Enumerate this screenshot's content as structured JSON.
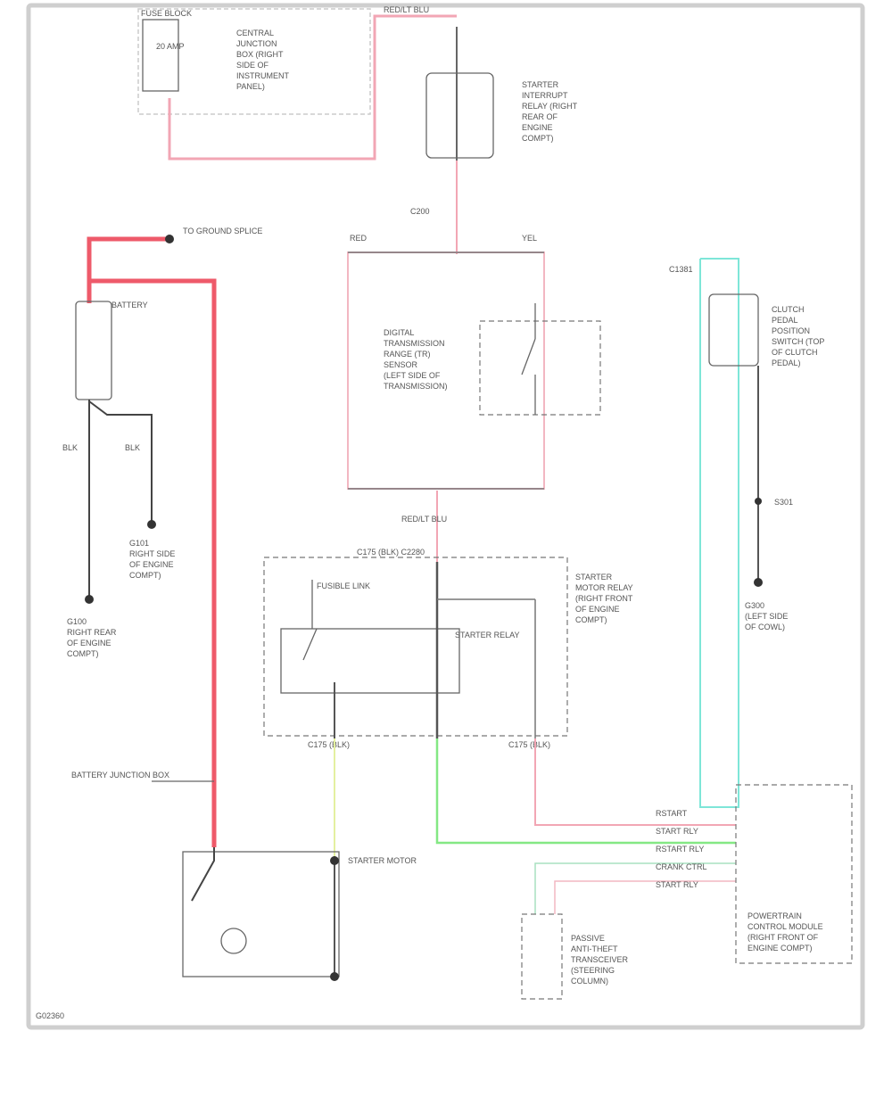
{
  "labels": {
    "fuse_top_left": "FUSE BLOCK",
    "fuse_text": "20 AMP",
    "fuse_desc": [
      "CENTRAL",
      "JUNCTION",
      "BOX (RIGHT",
      "SIDE OF",
      "INSTRUMENT",
      "PANEL)"
    ],
    "pink_top": "RED/LT BLU",
    "connector_center_top": "C200",
    "starter_interrupt_desc": [
      "STARTER",
      "INTERRUPT",
      "RELAY (RIGHT",
      "REAR OF",
      "ENGINE",
      "COMPT)"
    ],
    "to_ground_top": "TO GROUND SPLICE",
    "battery": "BATTERY",
    "battery_wire1": "BLK",
    "battery_wire2": "BLK",
    "ground_left": [
      "G100",
      "RIGHT REAR",
      "OF ENGINE",
      "COMPT)"
    ],
    "ground_right_batt": [
      "G101",
      "RIGHT SIDE",
      "OF ENGINE",
      "COMPT)"
    ],
    "module_left_top": "RED",
    "module_right_top": "YEL",
    "module_desc": [
      "DIGITAL",
      "TRANSMISSION",
      "RANGE (TR)",
      "SENSOR",
      "(LEFT SIDE OF",
      "TRANSMISSION)"
    ],
    "center_wire": "RED/LT BLU",
    "distrib_top": "C175 (BLK) C2280",
    "starter_relay_desc": [
      "STARTER",
      "MOTOR RELAY",
      "(RIGHT FRONT",
      "OF ENGINE",
      "COMPT)"
    ],
    "fusible_link": "FUSIBLE LINK",
    "starter_relay_inner": "STARTER RELAY",
    "bottom_c1": "C175 (BLK)",
    "bottom_c2": "C175 (BLK)",
    "right_top_conn": "C1381",
    "clutch_desc": [
      "CLUTCH",
      "PEDAL",
      "POSITION",
      "SWITCH (TOP",
      "OF CLUTCH",
      "PEDAL)"
    ],
    "right_splice": "S301",
    "ground_right": [
      "G300",
      "(LEFT SIDE",
      "OF COWL)"
    ],
    "battery_junction": "BATTERY JUNCTION BOX",
    "starter_motor": "STARTER MOTOR",
    "pcm_pins": [
      "RSTART",
      "START RLY",
      "RSTART RLY",
      "CRANK CTRL",
      "START RLY"
    ],
    "pcm_desc": [
      "POWERTRAIN",
      "CONTROL MODULE",
      "(RIGHT FRONT OF",
      "ENGINE COMPT)"
    ],
    "lower_module_desc": [
      "PASSIVE",
      "ANTI-THEFT",
      "TRANSCEIVER",
      "(STEERING",
      "COLUMN)"
    ],
    "footer_code": "G02360"
  }
}
